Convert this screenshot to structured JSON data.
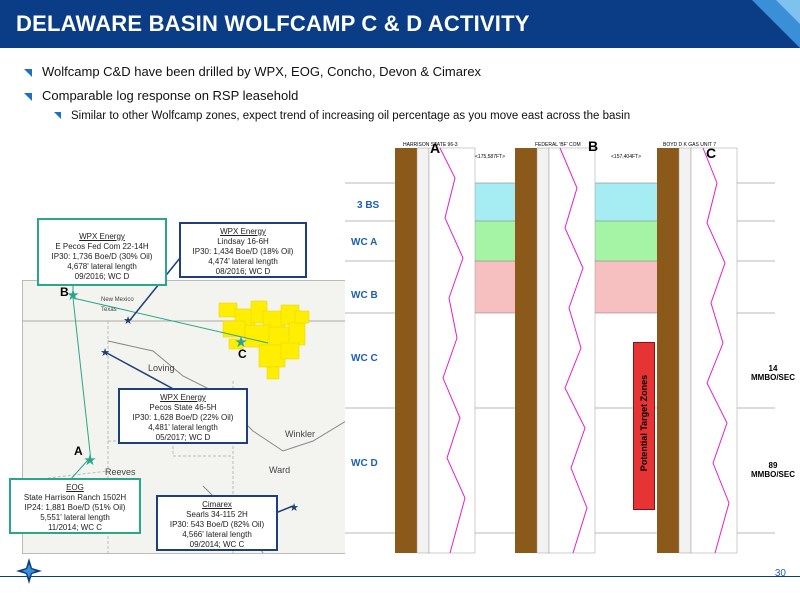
{
  "header": {
    "title": "DELAWARE BASIN WOLFCAMP C & D ACTIVITY"
  },
  "bullets": [
    "Wolfcamp C&D have been drilled by WPX, EOG, Concho, Devon & Cimarex",
    "Comparable log response on RSP leasehold"
  ],
  "sub_bullet": "Similar to other Wolfcamp zones, expect trend of increasing oil percentage as you move east across the basin",
  "map": {
    "labels": {
      "new_mexico": "New Mexico",
      "texas": "Texas",
      "loving": "Loving",
      "winkler": "Winkler",
      "reeves": "Reeves",
      "ward": "Ward"
    },
    "points": {
      "a": "A",
      "b": "B",
      "c": "C"
    },
    "boxes": [
      {
        "co": "WPX Energy",
        "l1": "E Pecos Fed Com 22-14H",
        "l2": "IP30: 1,736 Boe/D (30% Oil)",
        "l3": "4,678' lateral length",
        "l4": "09/2016; WC D"
      },
      {
        "co": "WPX Energy",
        "l1": "Lindsay 16-6H",
        "l2": "IP30: 1,434 Boe/D (18% Oil)",
        "l3": "4,474' lateral length",
        "l4": "08/2016; WC D"
      },
      {
        "co": "WPX Energy",
        "l1": "Pecos State 46-5H",
        "l2": "IP30: 1,628 Boe/D (22% Oil)",
        "l3": "4,481' lateral length",
        "l4": "05/2017; WC D"
      },
      {
        "co": "EOG",
        "l1": "State Harrison Ranch 1502H",
        "l2": "IP24: 1,881 Boe/D (51% Oil)",
        "l3": "5,551' lateral length",
        "l4": "11/2014; WC C"
      },
      {
        "co": "Cimarex",
        "l1": "Searls 34-115 2H",
        "l2": "IP30: 543 Boe/D (82% Oil)",
        "l3": "4,566' lateral length",
        "l4": "09/2014; WC C"
      }
    ]
  },
  "logs": {
    "wells": [
      "HARRISON STATE 96-3",
      "FEDERAL 'BF' COM",
      "BOYD D K GAS UNIT 7"
    ],
    "distances": [
      "<175,587FT>",
      "<157,404FT>"
    ],
    "letters": [
      "A",
      "B",
      "C"
    ],
    "zones": [
      "3 BS",
      "WC A",
      "WC B",
      "WC C",
      "WC D"
    ],
    "potential": "Potential Target Zones",
    "side1": {
      "v": "14",
      "u": "MMBO/SEC"
    },
    "side2": {
      "v": "89",
      "u": "MMBO/SEC"
    }
  },
  "page_number": "30",
  "colors": {
    "header": "#0b3d86",
    "accent": "#1f6fc7",
    "target": "#e63333"
  }
}
